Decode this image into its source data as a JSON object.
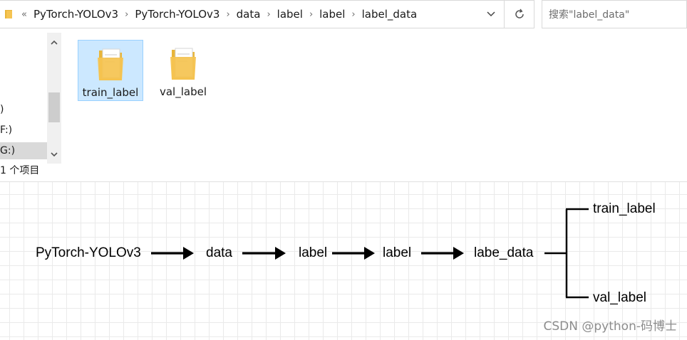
{
  "explorer": {
    "breadcrumb": [
      "PyTorch-YOLOv3",
      "PyTorch-YOLOv3",
      "data",
      "label",
      "label",
      "label_data"
    ],
    "overflow_glyph": "«",
    "search_placeholder": "搜索\"label_data\"",
    "nav_items": [
      ")",
      "F:)",
      "G:)"
    ],
    "files": [
      {
        "name": "train_label",
        "selected": true
      },
      {
        "name": "val_label",
        "selected": false
      }
    ],
    "status": "1 个项目"
  },
  "diagram": {
    "nodes": [
      "PyTorch-YOLOv3",
      "data",
      "label",
      "label",
      "labe_data"
    ],
    "branches": [
      "train_label",
      "val_label"
    ]
  },
  "watermark": "CSDN @python-码博士",
  "colors": {
    "selection_fill": "#cce8ff",
    "selection_border": "#99d1ff",
    "folder": "#f5c452"
  }
}
